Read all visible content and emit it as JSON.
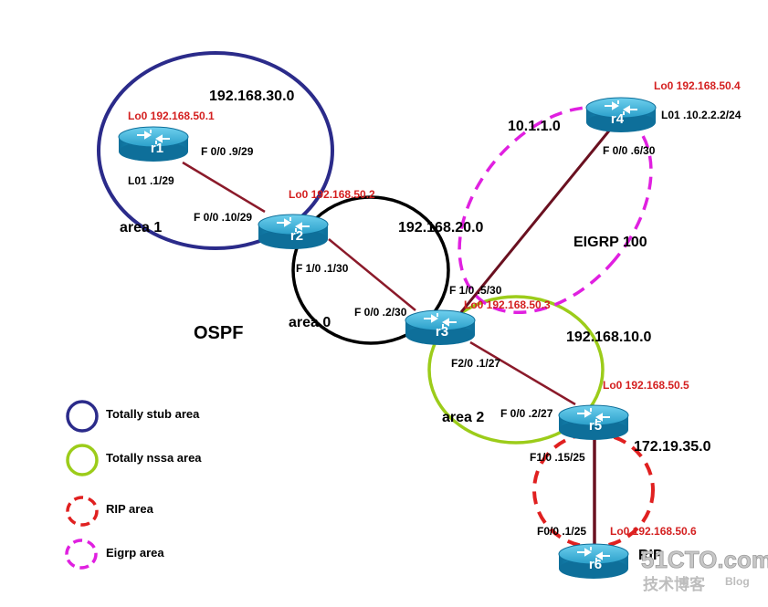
{
  "networks": {
    "net_30": "192.168.30.0",
    "net_20": "192.168.20.0",
    "net_10": "192.168.10.0",
    "net_10_1": "10.1.1.0",
    "net_172": "172.19.35.0",
    "eigrp": "EIGRP 100",
    "rip": "RIP"
  },
  "areas": {
    "area1": "area 1",
    "area0": "area 0",
    "area2": "area 2",
    "ospf": "OSPF"
  },
  "routers": [
    {
      "name": "r1",
      "loopback": "Lo0 192.168.50.1"
    },
    {
      "name": "r2",
      "loopback": "Lo0 192.168.50.2"
    },
    {
      "name": "r3",
      "loopback": "Lo0 192.168.50.3"
    },
    {
      "name": "r4",
      "loopback": "Lo0 192.168.50.4"
    },
    {
      "name": "r5",
      "loopback": "Lo0 192.168.50.5"
    },
    {
      "name": "r6",
      "loopback": "Lo0 192.168.50.6"
    }
  ],
  "interfaces": {
    "r1_f00": "F 0/0 .9/29",
    "r1_l01": "L01 .1/29",
    "r2_f00": "F 0/0 .10/29",
    "r2_f10": "F 1/0 .1/30",
    "r3_f00": "F 0/0 .2/30",
    "r3_f10": "F 1/0 .5/30",
    "r3_f20": "F2/0 .1/27",
    "r4_f00": "F 0/0 .6/30",
    "r4_l01": "L01 .10.2.2.2/24",
    "r5_f00": "F 0/0 .2/27",
    "r5_f10": "F1/0 .15/25",
    "r6_f00": "F0/0 .1/25"
  },
  "legend": [
    {
      "label": "Totally  stub area",
      "color": "#2b2b8a",
      "style": "solid"
    },
    {
      "label": "Totally  nssa area",
      "color": "#9ccc1a",
      "style": "solid"
    },
    {
      "label": "RIP area",
      "color": "#e02020",
      "style": "dashed"
    },
    {
      "label": "Eigrp area",
      "color": "#e020e0",
      "style": "dashed"
    }
  ],
  "watermark": {
    "main": "51CTO.com",
    "sub": "技术博客",
    "blog": "Blog"
  },
  "colors": {
    "stub": "#2b2b8a",
    "nssa": "#9ccc1a",
    "backbone": "#000000",
    "rip": "#e02020",
    "eigrp": "#e020e0",
    "link": "#8b1a2a",
    "router": "#1a8ab5"
  }
}
